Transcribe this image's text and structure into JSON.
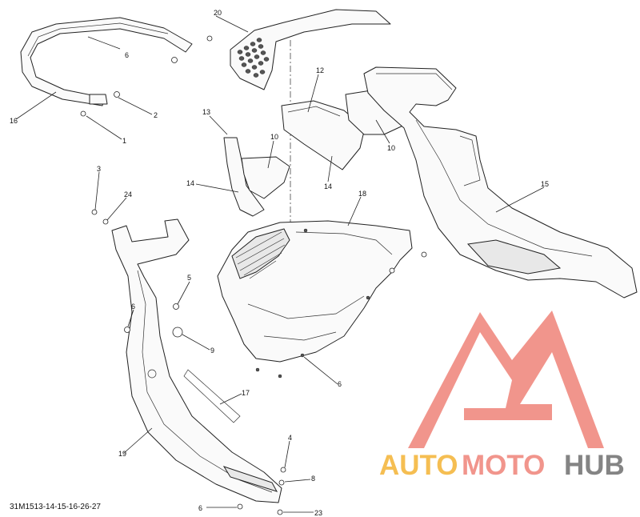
{
  "diagram": {
    "caption": "31M1513-14-15-16-26-27",
    "callouts": {
      "c1": "1",
      "c2": "2",
      "c3": "3",
      "c4": "4",
      "c5": "5",
      "c6a": "6",
      "c6b": "6",
      "c6c": "6",
      "c6d": "6",
      "c8": "8",
      "c9": "9",
      "c10a": "10",
      "c10b": "10",
      "c12": "12",
      "c13": "13",
      "c14a": "14",
      "c14b": "14",
      "c15": "15",
      "c16": "16",
      "c17": "17",
      "c18": "18",
      "c19": "19",
      "c20": "20",
      "c23": "23",
      "c24": "24"
    }
  },
  "watermark": {
    "word_part1": "AUTO",
    "word_part2": "MOTO",
    "word_part3": "HUB",
    "colors": {
      "logo": "#f08a80",
      "auto": "#f4b740",
      "hub": "#777777"
    }
  }
}
